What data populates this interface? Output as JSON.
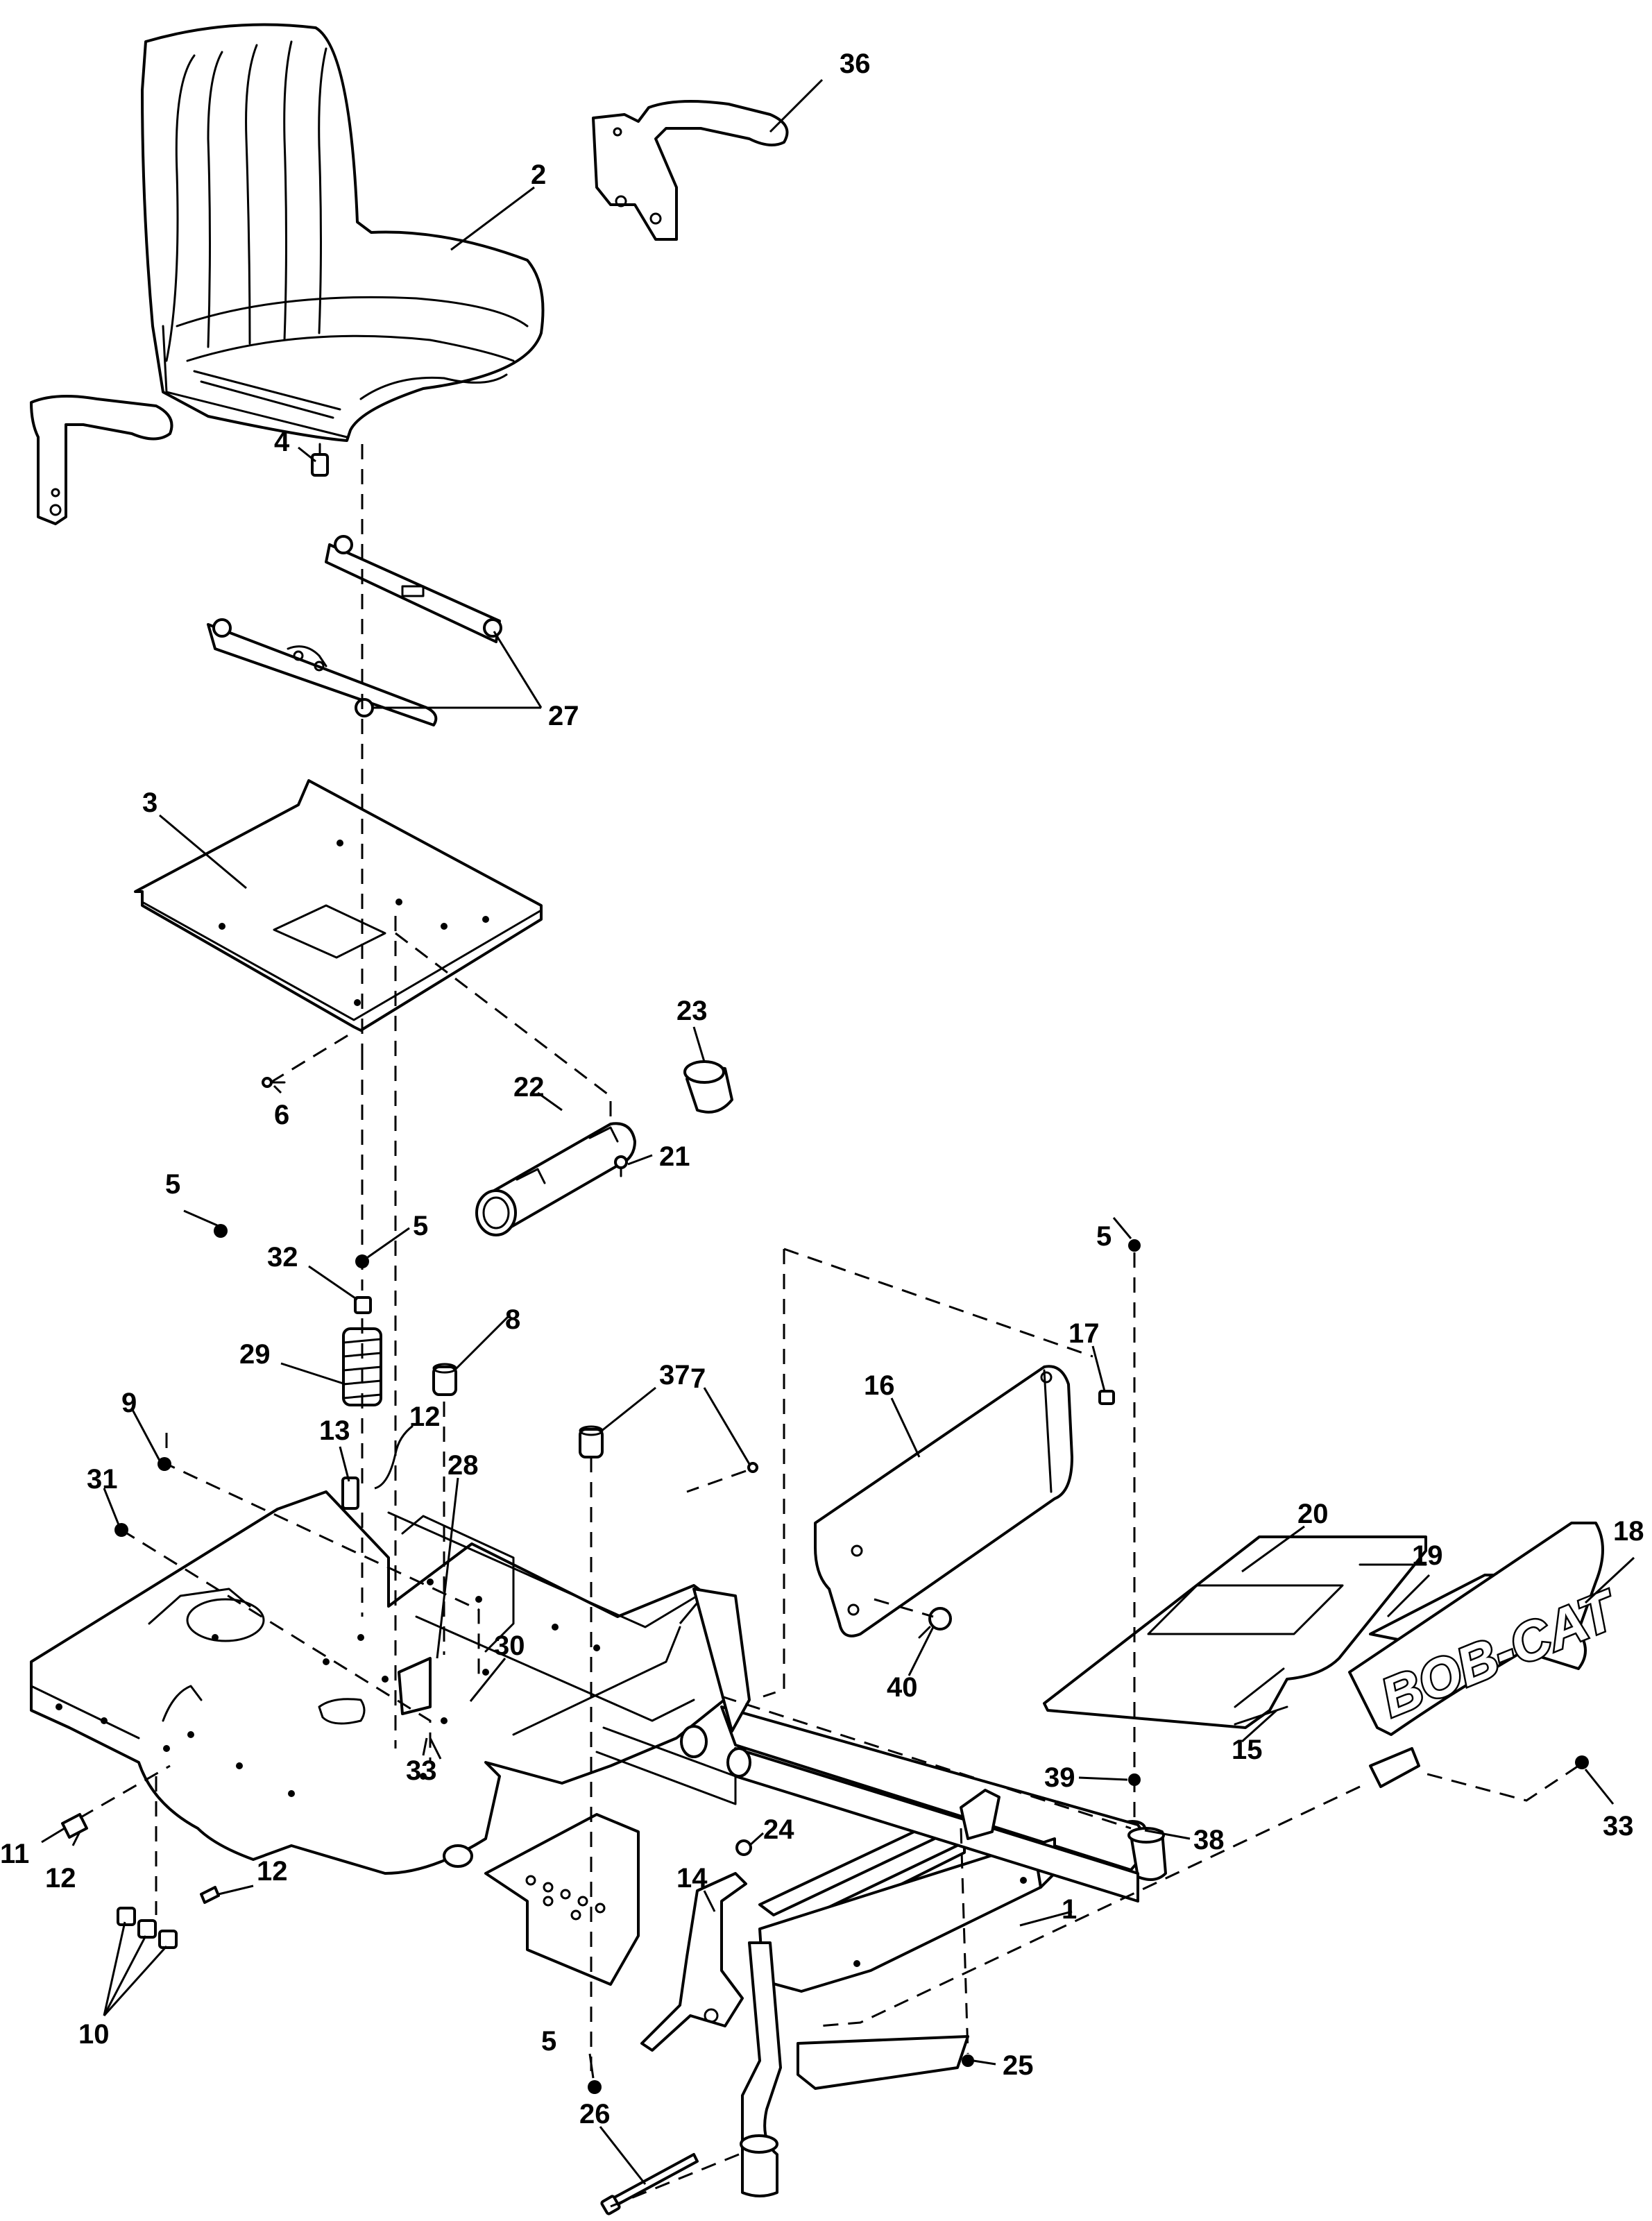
{
  "diagram": {
    "logo_text": "BOB-CAT",
    "callouts": [
      {
        "id": "c-36",
        "label": "36"
      },
      {
        "id": "c-2",
        "label": "2"
      },
      {
        "id": "c-4",
        "label": "4"
      },
      {
        "id": "c-27",
        "label": "27"
      },
      {
        "id": "c-3",
        "label": "3"
      },
      {
        "id": "c-23",
        "label": "23"
      },
      {
        "id": "c-22",
        "label": "22"
      },
      {
        "id": "c-21",
        "label": "21"
      },
      {
        "id": "c-6",
        "label": "6"
      },
      {
        "id": "c-5a",
        "label": "5"
      },
      {
        "id": "c-5b",
        "label": "5"
      },
      {
        "id": "c-5c",
        "label": "5"
      },
      {
        "id": "c-5d",
        "label": "5"
      },
      {
        "id": "c-32",
        "label": "32"
      },
      {
        "id": "c-29",
        "label": "29"
      },
      {
        "id": "c-8",
        "label": "8"
      },
      {
        "id": "c-37",
        "label": "37"
      },
      {
        "id": "c-17",
        "label": "17"
      },
      {
        "id": "c-16",
        "label": "16"
      },
      {
        "id": "c-9",
        "label": "9"
      },
      {
        "id": "c-13",
        "label": "13"
      },
      {
        "id": "c-12a",
        "label": "12"
      },
      {
        "id": "c-12b",
        "label": "12"
      },
      {
        "id": "c-12c",
        "label": "12"
      },
      {
        "id": "c-31",
        "label": "31"
      },
      {
        "id": "c-7",
        "label": "7"
      },
      {
        "id": "c-20",
        "label": "20"
      },
      {
        "id": "c-19",
        "label": "19"
      },
      {
        "id": "c-18",
        "label": "18"
      },
      {
        "id": "c-28",
        "label": "28"
      },
      {
        "id": "c-30",
        "label": "30"
      },
      {
        "id": "c-40",
        "label": "40"
      },
      {
        "id": "c-15",
        "label": "15"
      },
      {
        "id": "c-39",
        "label": "39"
      },
      {
        "id": "c-38",
        "label": "38"
      },
      {
        "id": "c-33a",
        "label": "33"
      },
      {
        "id": "c-33b",
        "label": "33"
      },
      {
        "id": "c-24",
        "label": "24"
      },
      {
        "id": "c-11",
        "label": "11"
      },
      {
        "id": "c-14",
        "label": "14"
      },
      {
        "id": "c-1",
        "label": "1"
      },
      {
        "id": "c-10",
        "label": "10"
      },
      {
        "id": "c-25",
        "label": "25"
      },
      {
        "id": "c-26",
        "label": "26"
      }
    ]
  }
}
